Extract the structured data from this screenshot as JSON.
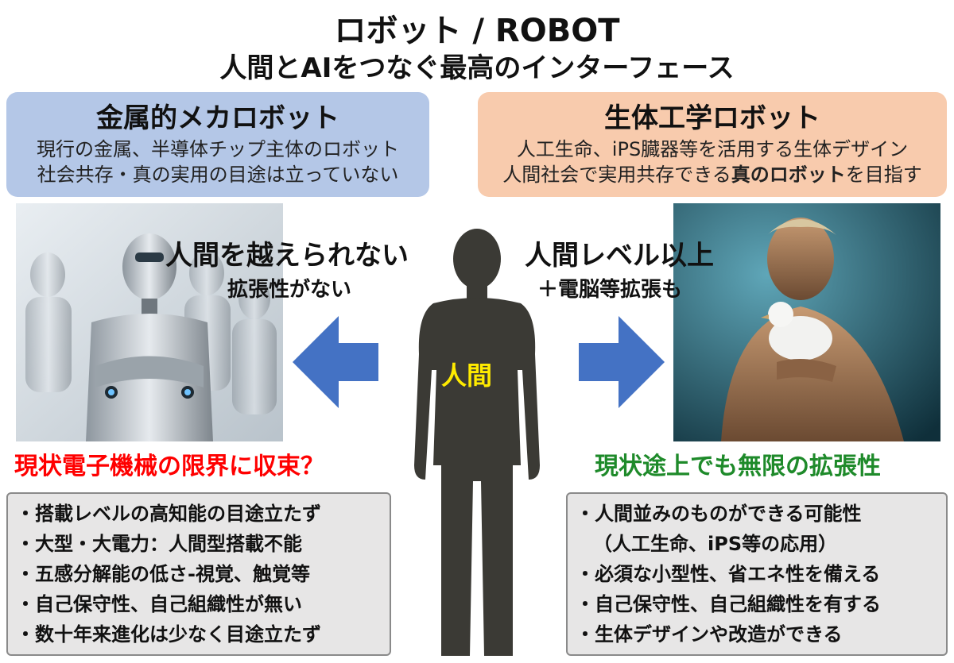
{
  "title": {
    "line1": "ロボット / ROBOT",
    "line2": "人間とAIをつなぐ最高のインターフェース"
  },
  "left": {
    "heading": "金属的メカロボット",
    "desc1": "現行の金属、半導体チップ主体のロボット",
    "desc2": "社会共存・真の実用の目途は立っていない",
    "claim": "人間を越えられない",
    "subclaim": "拡張性がない",
    "outcome": "現状電子機械の限界に収束？",
    "bullets": [
      "・搭載レベルの高知能の目途立たず",
      "・大型・大電力：人間型搭載不能",
      "・五感分解能の低さ-視覚、触覚等",
      "・自己保守性、自己組織性が無い",
      "・数十年来進化は少なく目途立たず"
    ]
  },
  "right": {
    "heading": "生体工学ロボット",
    "desc1": "人工生命、iPS臓器等を活用する生体デザイン",
    "desc2_pre": "人間社会で実用共存できる",
    "desc2_bold": "真のロボット",
    "desc2_post": "を目指す",
    "claim": "人間レベル以上",
    "subclaim": "＋電脳等拡張も",
    "outcome": "現状途上でも無限の拡張性",
    "bullets": [
      "・人間並みのものができる可能性",
      "（人工生命、iPS等の応用）",
      "・必須な小型性、省エネ性を備える",
      "・自己保守性、自己組織性を有する",
      "・生体デザインや改造ができる"
    ]
  },
  "center": {
    "label": "人間"
  },
  "colors": {
    "left_panel": "#b4c7e7",
    "right_panel": "#f8cbad",
    "arrow": "#4472c4",
    "silhouette": "#3b3a35",
    "warning_red": "#ff0000",
    "positive_green": "#1e8a2a",
    "human_label": "#ffeb00",
    "box_fill": "#e7e6e6"
  }
}
